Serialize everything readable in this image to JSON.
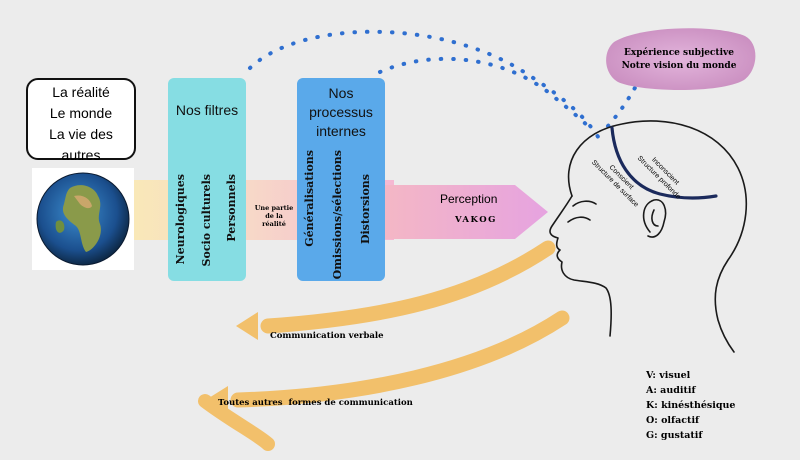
{
  "reality": {
    "line1": "La réalité",
    "line2": "Le monde",
    "line3": "La vie des autres"
  },
  "filters": {
    "title": "Nos filtres",
    "items": [
      "Neurologiques",
      "Socio culturels",
      "Personnels"
    ]
  },
  "note": {
    "line1": "Une partie",
    "line2": "de la",
    "line3": "réalité"
  },
  "processes": {
    "title_line1": "Nos",
    "title_line2": "processus",
    "title_line3": "internes",
    "items": [
      "Généralisations",
      "Omissions/sélections",
      "Distorsions"
    ]
  },
  "perception": {
    "label": "Perception",
    "code": "VAKOG"
  },
  "subjective": {
    "line1": "Expérience subjective",
    "line2": "Notre vision du monde"
  },
  "head": {
    "unconscious_line1": "Inconscient",
    "unconscious_line2": "Structure profonde",
    "conscious_line1": "Conscient",
    "conscious_line2": "Structure de surface"
  },
  "communication": {
    "verbal": "Communication verbale",
    "other": "Toutes autres  formes de communication"
  },
  "legend": [
    "V: visuel",
    "A: auditif",
    "K: kinésthésique",
    "O: olfactif",
    "G: gustatif"
  ],
  "colors": {
    "filters": "#86dde3",
    "processes": "#5aa9ea",
    "band": "#f7e3b4",
    "arrow": "#f2c06b",
    "dots": "#2f6fd0",
    "subjective": "#d8a3cf",
    "perception_arrow": "#e6a3d8"
  },
  "icons": {
    "globe": "earth-globe-icon",
    "head": "head-profile-icon"
  }
}
